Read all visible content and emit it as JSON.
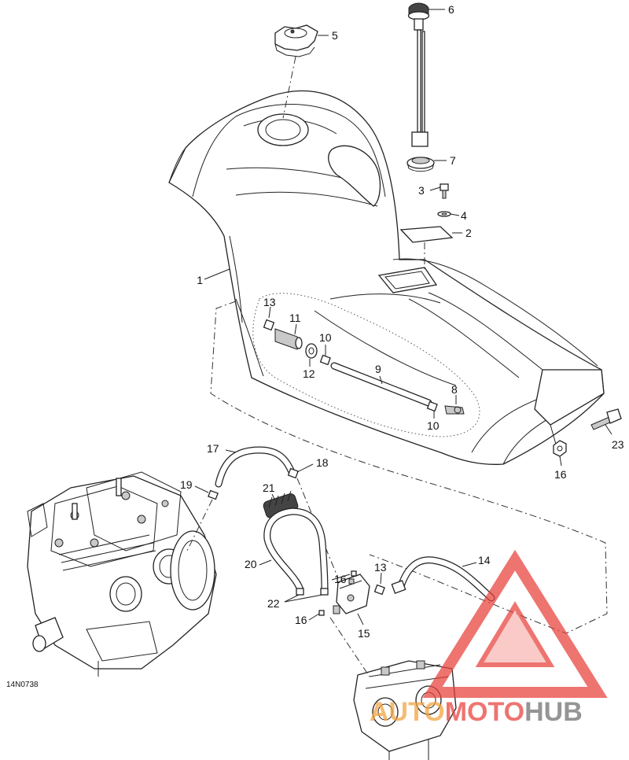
{
  "figure_code": "14N0738",
  "callouts": [
    {
      "id": "c1",
      "label": "1"
    },
    {
      "id": "c2",
      "label": "2"
    },
    {
      "id": "c3",
      "label": "3"
    },
    {
      "id": "c4",
      "label": "4"
    },
    {
      "id": "c5",
      "label": "5"
    },
    {
      "id": "c6",
      "label": "6"
    },
    {
      "id": "c7",
      "label": "7"
    },
    {
      "id": "c8",
      "label": "8"
    },
    {
      "id": "c9",
      "label": "9"
    },
    {
      "id": "c10a",
      "label": "10"
    },
    {
      "id": "c10b",
      "label": "10"
    },
    {
      "id": "c11",
      "label": "11"
    },
    {
      "id": "c12",
      "label": "12"
    },
    {
      "id": "c13a",
      "label": "13"
    },
    {
      "id": "c13b",
      "label": "13"
    },
    {
      "id": "c14",
      "label": "14"
    },
    {
      "id": "c15",
      "label": "15"
    },
    {
      "id": "c16a",
      "label": "16"
    },
    {
      "id": "c16b",
      "label": "16"
    },
    {
      "id": "c16c",
      "label": "16"
    },
    {
      "id": "c17",
      "label": "17"
    },
    {
      "id": "c18",
      "label": "18"
    },
    {
      "id": "c19",
      "label": "19"
    },
    {
      "id": "c20",
      "label": "20"
    },
    {
      "id": "c21",
      "label": "21"
    },
    {
      "id": "c22",
      "label": "22"
    },
    {
      "id": "c23",
      "label": "23"
    }
  ],
  "watermark": {
    "part1": "AUTO",
    "part2": "MOTO",
    "part3": "HUB",
    "color_red": "#e8403a",
    "color_orange": "#f3a23a",
    "color_grey": "#6d6d6d"
  }
}
